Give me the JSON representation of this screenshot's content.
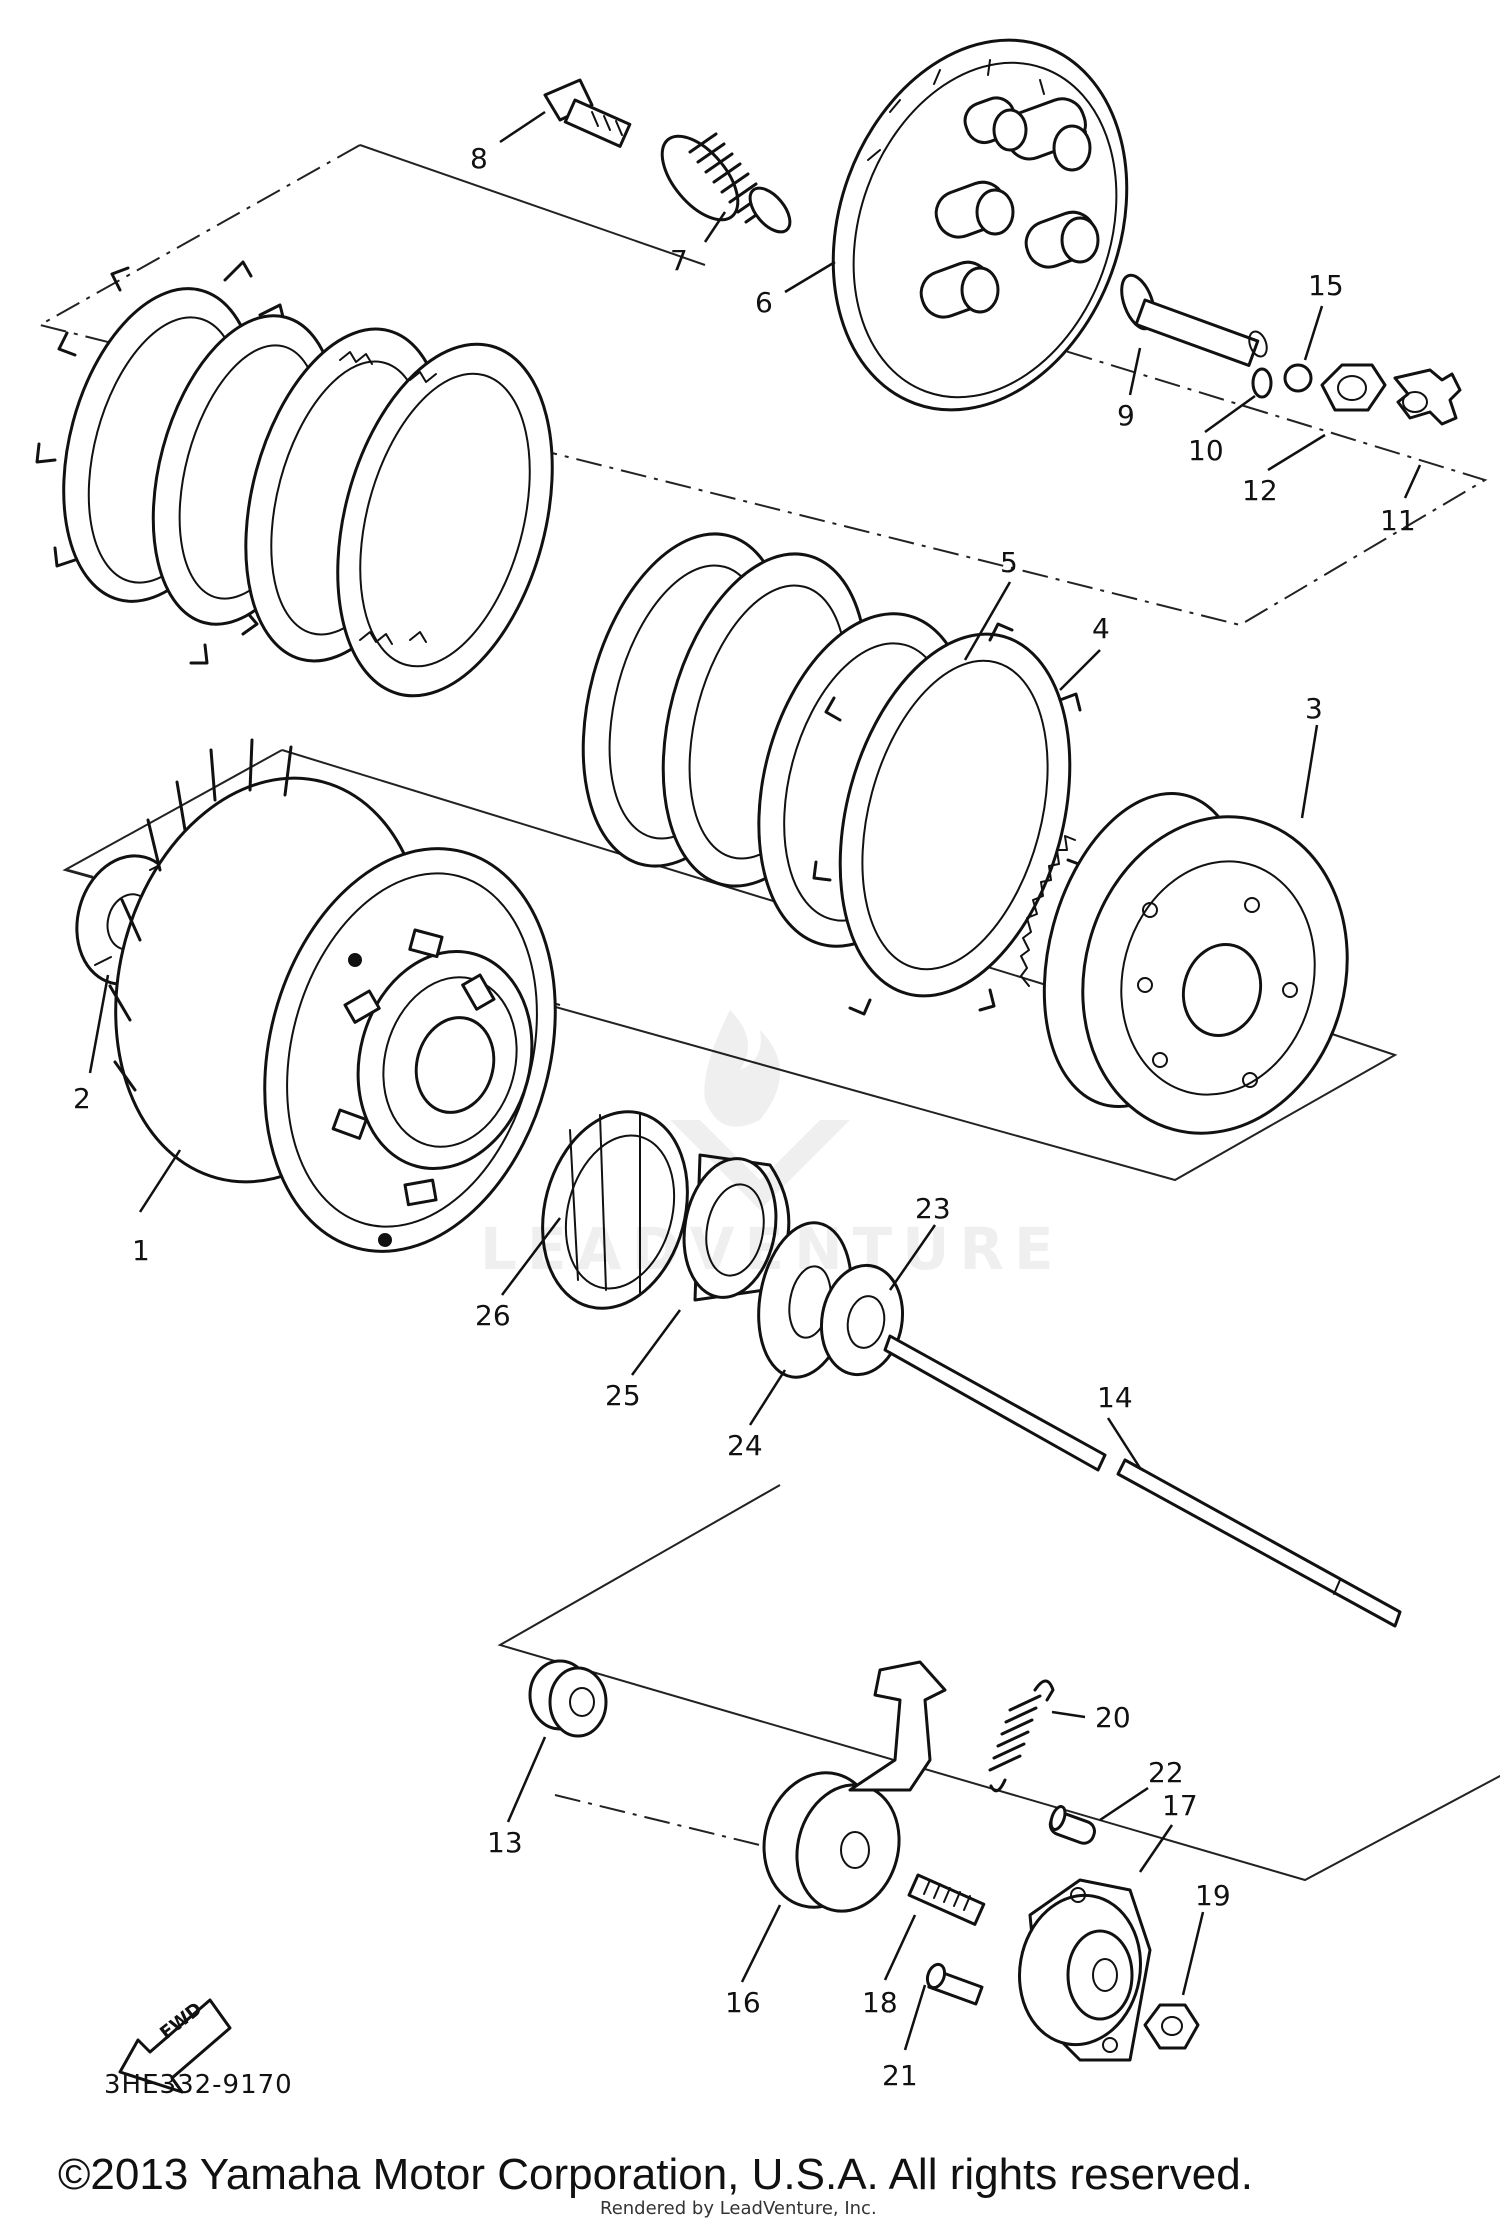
{
  "diagram": {
    "part_code": "3HE332-9170",
    "fwd_label": "FWD",
    "copyright": "©2013 Yamaha Motor Corporation, U.S.A. All rights reserved.",
    "rendered_by": "Rendered by LeadVenture, Inc.",
    "watermark": "LEADVENTURE",
    "callouts": [
      {
        "label": "1"
      },
      {
        "label": "2"
      },
      {
        "label": "3"
      },
      {
        "label": "4"
      },
      {
        "label": "5"
      },
      {
        "label": "6"
      },
      {
        "label": "7"
      },
      {
        "label": "8"
      },
      {
        "label": "9"
      },
      {
        "label": "10"
      },
      {
        "label": "11"
      },
      {
        "label": "12"
      },
      {
        "label": "13"
      },
      {
        "label": "14"
      },
      {
        "label": "15"
      },
      {
        "label": "16"
      },
      {
        "label": "17"
      },
      {
        "label": "18"
      },
      {
        "label": "19"
      },
      {
        "label": "20"
      },
      {
        "label": "21"
      },
      {
        "label": "22"
      },
      {
        "label": "23"
      },
      {
        "label": "24"
      },
      {
        "label": "25"
      },
      {
        "label": "26"
      }
    ]
  }
}
